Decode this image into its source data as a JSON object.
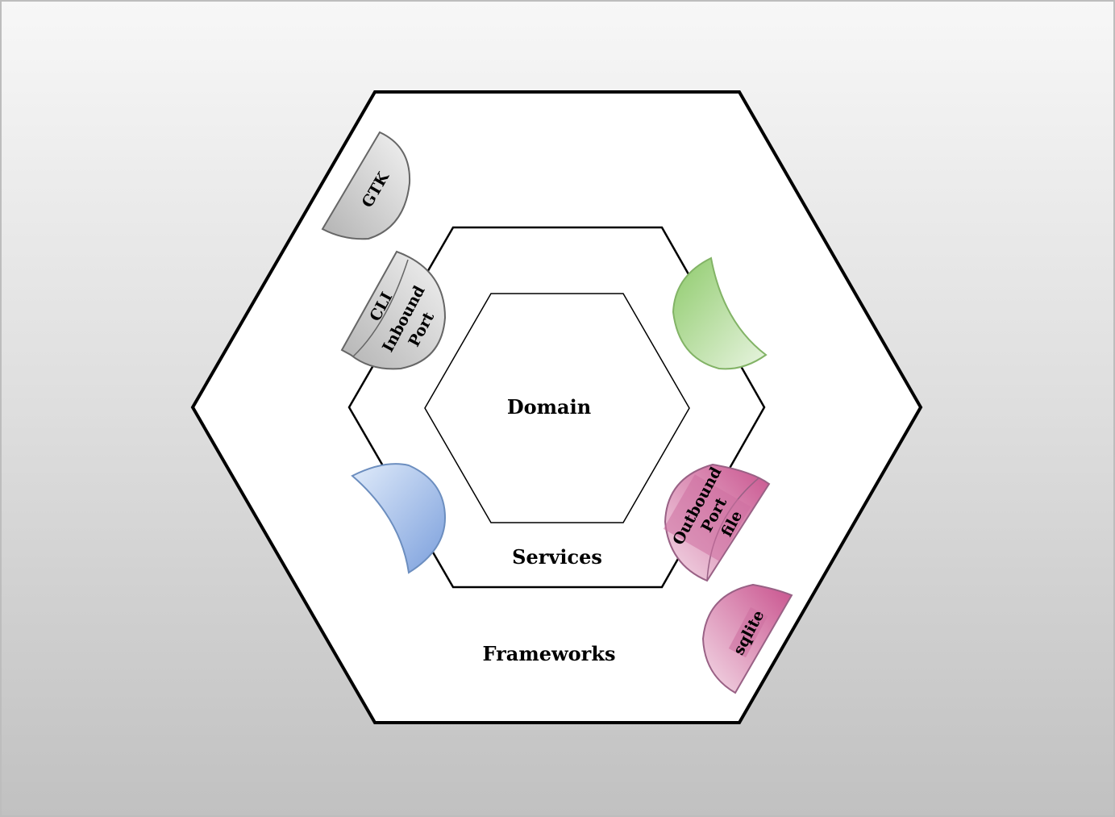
{
  "layers": {
    "frameworks": "Frameworks",
    "services": "Services",
    "domain": "Domain"
  },
  "adapters": {
    "gtk": "GTK",
    "cli": "CLI",
    "inbound_port_line1": "Inbound",
    "inbound_port_line2": "Port",
    "outbound_port_line1": "Outbound",
    "outbound_port_line2": "Port",
    "file": "file",
    "sqlite": "sqlite"
  },
  "colors": {
    "gray": "#b5b5b5",
    "green": "#97d077",
    "blue": "#7ea6e0",
    "pink": "#cd6fa0"
  }
}
